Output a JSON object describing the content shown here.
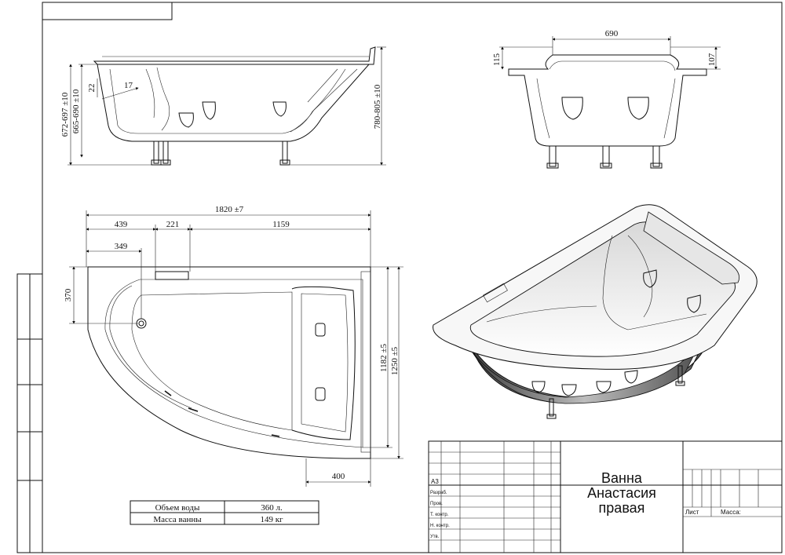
{
  "side_view": {
    "dim_22": "22",
    "dim_17": "17",
    "dim_left_outer": "672-697 ±10",
    "dim_left_inner": "665-690 ±10",
    "dim_right": "780-805 ±10"
  },
  "front_view": {
    "dim_width": "690",
    "dim_left": "115",
    "dim_right": "107"
  },
  "plan_view": {
    "dim_total": "1820 ±7",
    "dim_a": "439",
    "dim_b": "221",
    "dim_c": "1159",
    "dim_d": "349",
    "dim_e": "370",
    "dim_f": "1182 ±5",
    "dim_g": "1250 ±5",
    "dim_h": "400"
  },
  "spec_table": {
    "rows": [
      {
        "label": "Объем воды",
        "value": "360 л."
      },
      {
        "label": "Масса ванны",
        "value": "149 кг"
      }
    ]
  },
  "title_block": {
    "format": "А3",
    "roles": [
      "Разраб.",
      "Пров.",
      "Т. контр.",
      "Н. контр.",
      "Утв."
    ],
    "title_lines": [
      "Ванна",
      "Анастасия",
      "правая"
    ],
    "sheet_label": "Лист",
    "mass_label": "Масса:"
  },
  "colors": {
    "line": "#111111",
    "shade_light": "#f4f4f4",
    "shade_dark": "#6a6a6a"
  }
}
